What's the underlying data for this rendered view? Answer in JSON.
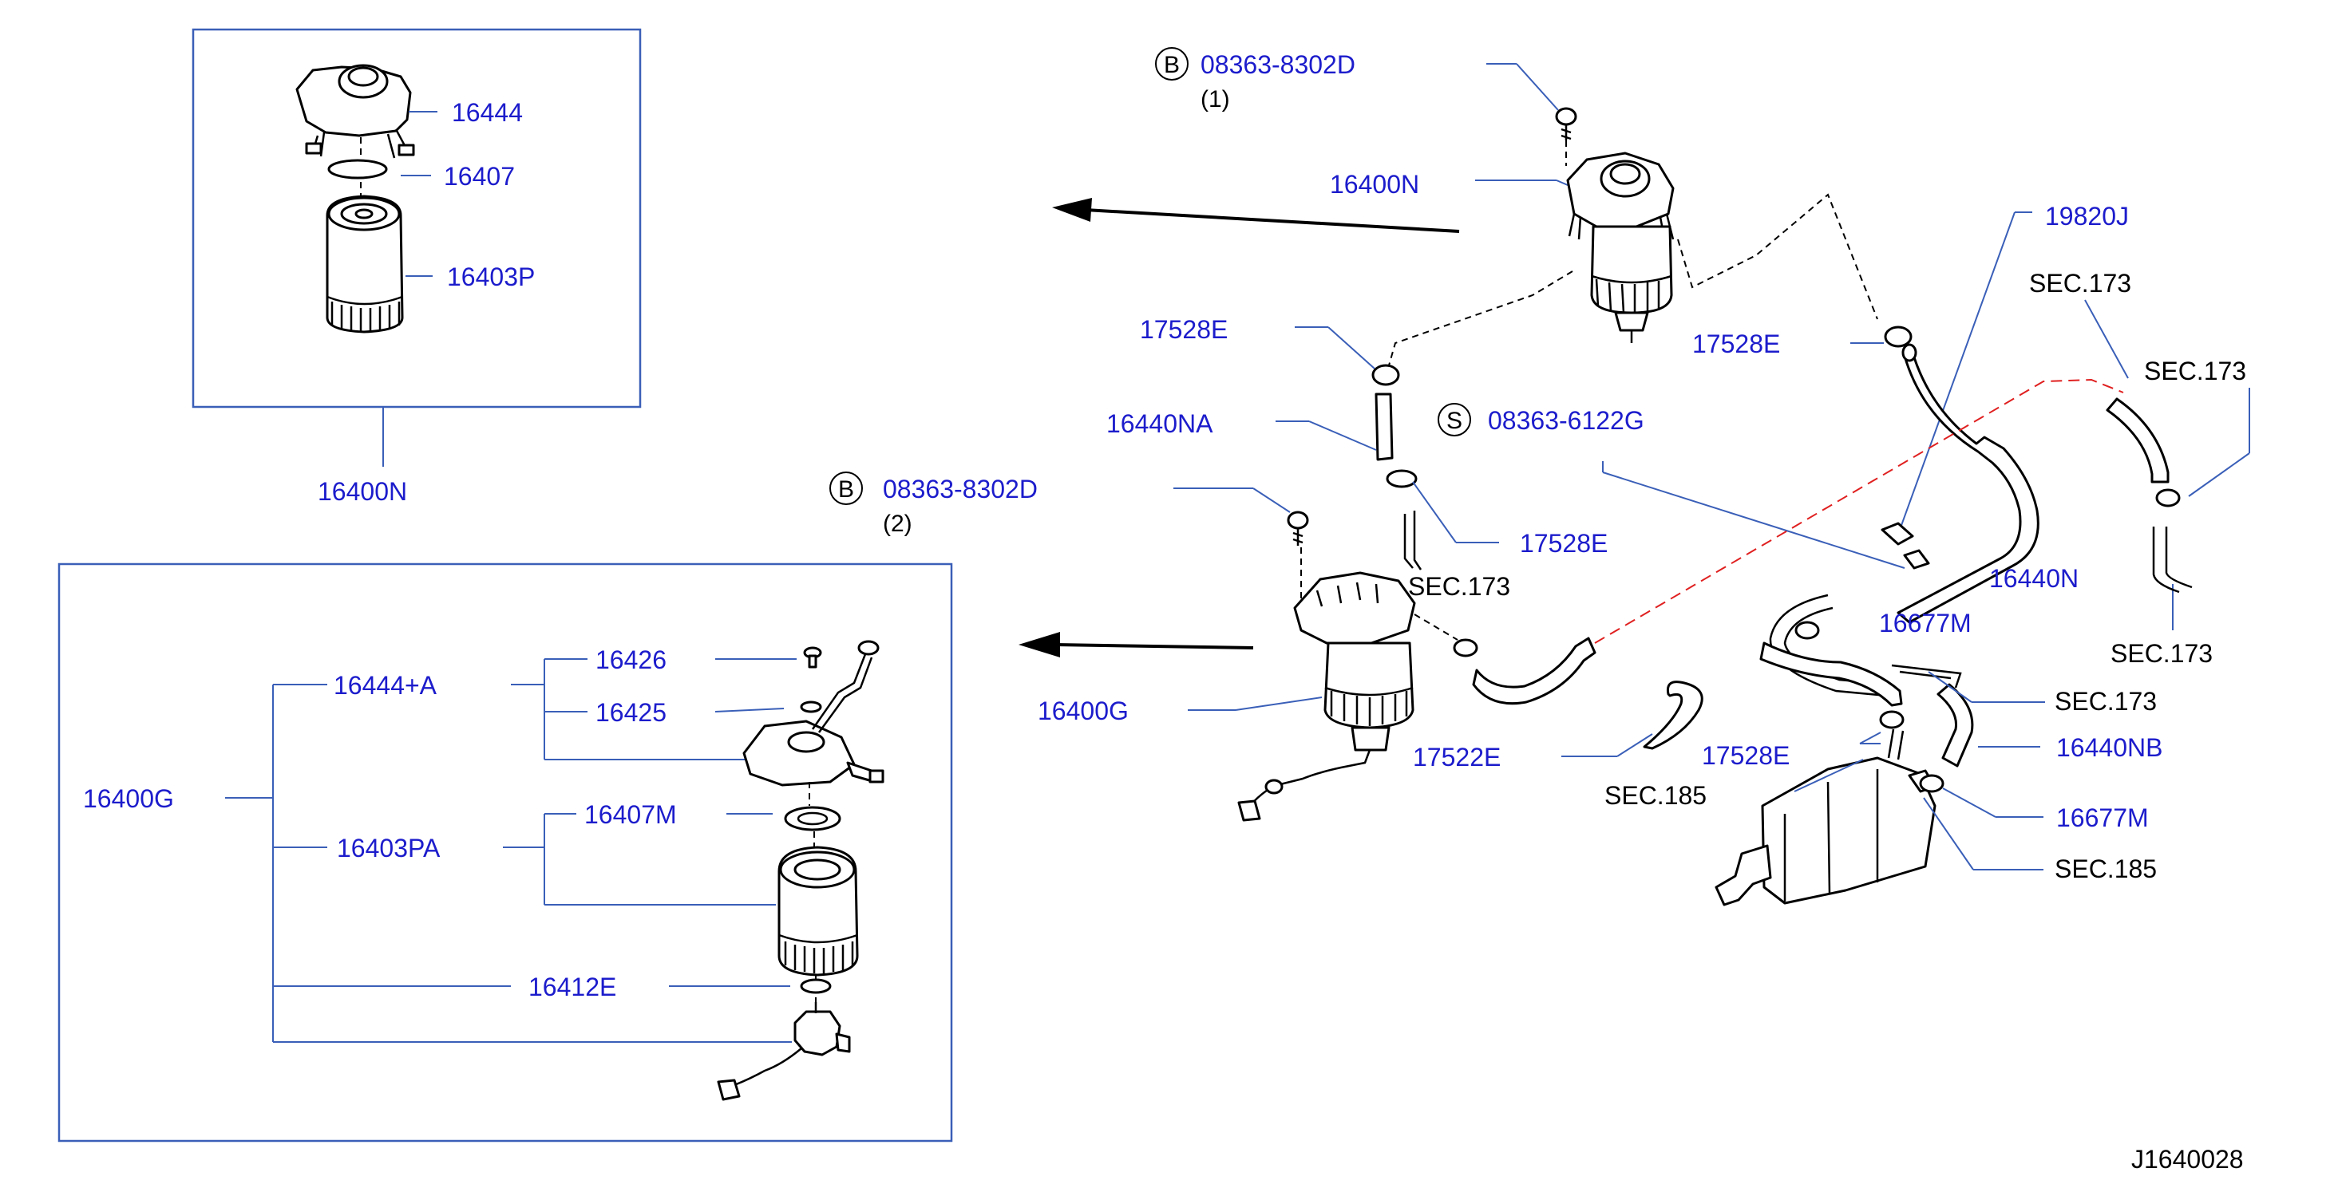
{
  "diagram_code": "J1640028",
  "part_labels": {
    "p16444": "16444",
    "p16407": "16407",
    "p16403P": "16403P",
    "p16400N_box": "16400N",
    "p16400N_main": "16400N",
    "p08363_8302D_1": "08363-8302D",
    "p08363_8302D_2": "08363-8302D",
    "p08363_6122G": "08363-6122G",
    "p17528E_1": "17528E",
    "p17528E_2": "17528E",
    "p17528E_3": "17528E",
    "p17528E_4": "17528E",
    "p16440NA": "16440NA",
    "p16440NB": "16440NB",
    "p16400G_main": "16400G",
    "p16400G_box": "16400G",
    "p19820J": "19820J",
    "p17522E": "17522E",
    "p16677M_1": "16677M",
    "p16677M_2": "16677M",
    "p16440N_partial": "16440N",
    "p16444A": "16444+A",
    "p16426": "16426",
    "p16425": "16425",
    "p16403PA": "16403PA",
    "p16407M": "16407M",
    "p16412E": "16412E"
  },
  "section_refs": {
    "sec173_a": "SEC.173",
    "sec173_b": "SEC.173",
    "sec173_c": "SEC.173",
    "sec173_d": "SEC.173",
    "sec173_e": "SEC.173",
    "sec185_a": "SEC.185",
    "sec185_b": "SEC.185"
  },
  "callout_letters": {
    "b1": "B",
    "b2": "B",
    "s1": "S"
  },
  "quantities": {
    "q1": "(1)",
    "q2": "(2)"
  }
}
